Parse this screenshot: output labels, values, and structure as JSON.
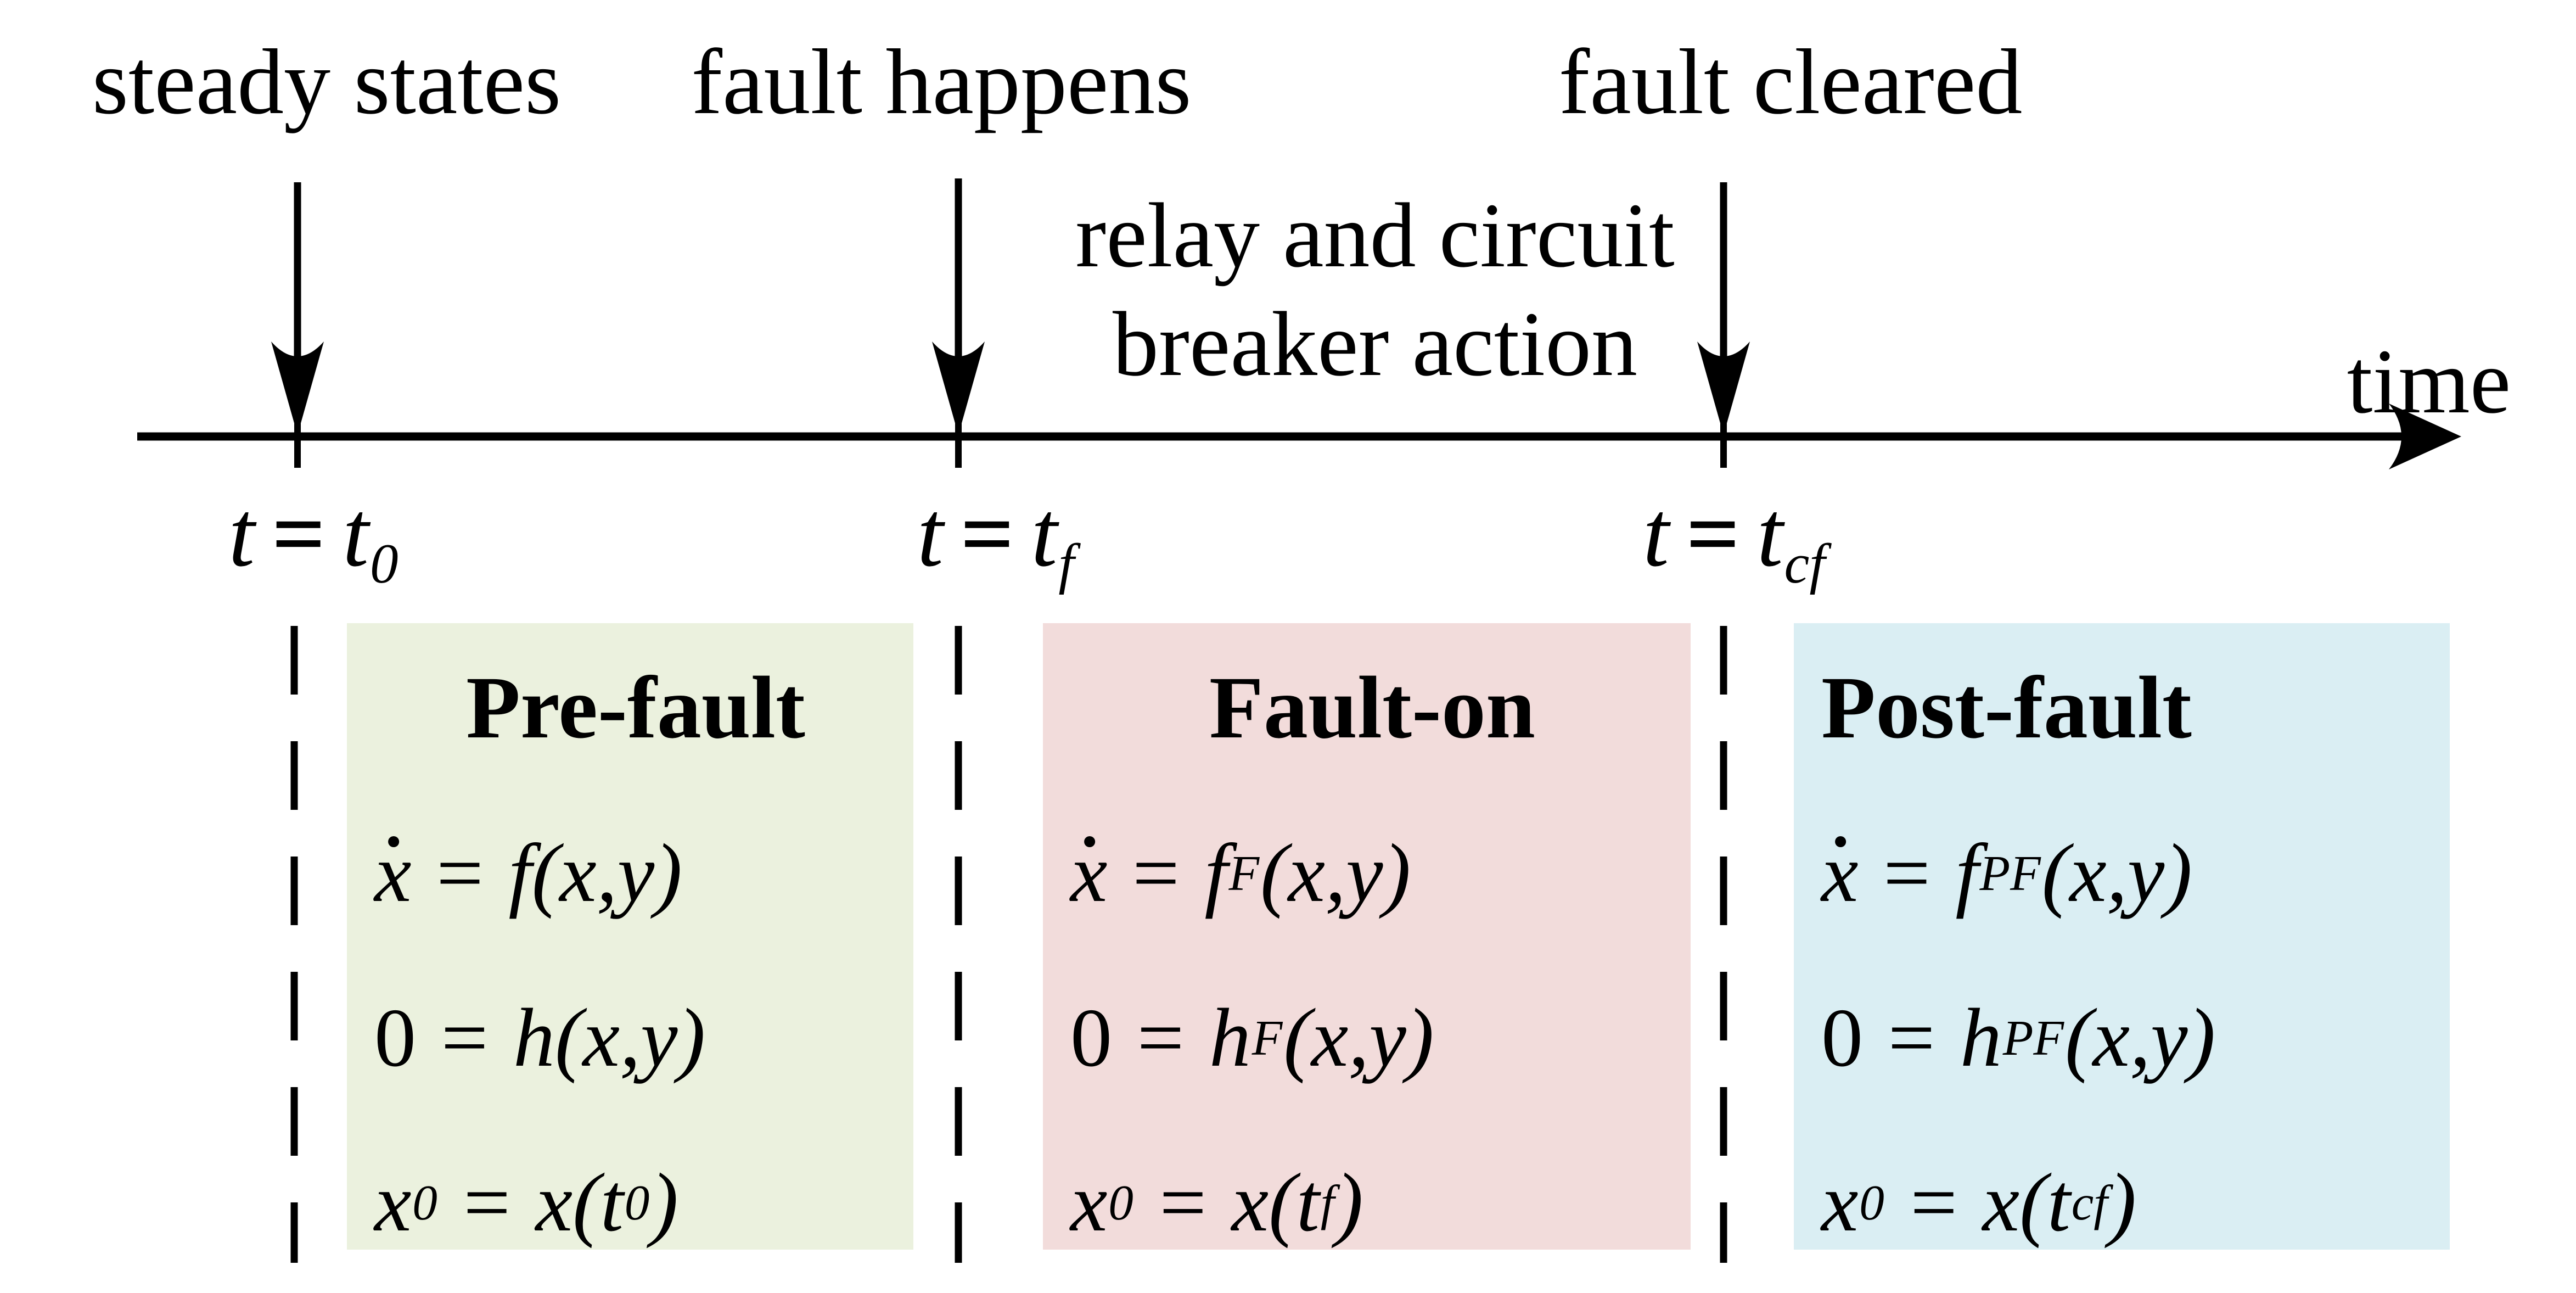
{
  "figure": {
    "axis_label": "time",
    "annotation_lines": [
      "relay and circuit",
      "breaker action"
    ],
    "colors": {
      "line": "#000000",
      "pre_fault_fill": "#EBF1DE",
      "fault_on_fill": "#F2DCDB",
      "post_fault_fill": "#DAEEF3"
    },
    "events": [
      {
        "label": "steady states",
        "time_tokens": [
          {
            "t": "t",
            "s": "i"
          },
          {
            "t": "=",
            "s": "eq"
          },
          {
            "t": "t",
            "s": "i"
          },
          {
            "t": "0",
            "s": "sub"
          }
        ]
      },
      {
        "label": "fault happens",
        "time_tokens": [
          {
            "t": "t",
            "s": "i"
          },
          {
            "t": "=",
            "s": "eq"
          },
          {
            "t": "t",
            "s": "i"
          },
          {
            "t": "f",
            "s": "sub"
          }
        ]
      },
      {
        "label": "fault cleared",
        "time_tokens": [
          {
            "t": "t",
            "s": "i"
          },
          {
            "t": "=",
            "s": "eq"
          },
          {
            "t": "t",
            "s": "i"
          },
          {
            "t": "cf",
            "s": "sub"
          }
        ]
      }
    ],
    "phases": [
      {
        "title": "Pre-fault",
        "fill": "#EBF1DE",
        "equations": [
          [
            {
              "t": "x",
              "s": "i",
              "dot": true
            },
            {
              "t": "=",
              "s": "eq"
            },
            {
              "t": "f",
              "s": "i"
            },
            {
              "t": "(x,y)",
              "s": "i"
            }
          ],
          [
            {
              "t": "0",
              "s": "n"
            },
            {
              "t": "=",
              "s": "eq"
            },
            {
              "t": "h",
              "s": "i"
            },
            {
              "t": "(x,y)",
              "s": "i"
            }
          ],
          [
            {
              "t": "x",
              "s": "i"
            },
            {
              "t": "0",
              "s": "sub"
            },
            {
              "t": "=",
              "s": "eq"
            },
            {
              "t": "x",
              "s": "i"
            },
            {
              "t": "(t",
              "s": "i"
            },
            {
              "t": "0",
              "s": "sub"
            },
            {
              "t": ")",
              "s": "i"
            }
          ]
        ]
      },
      {
        "title": "Fault-on",
        "fill": "#F2DCDB",
        "equations": [
          [
            {
              "t": "x",
              "s": "i",
              "dot": true
            },
            {
              "t": "=",
              "s": "eq"
            },
            {
              "t": "f",
              "s": "i"
            },
            {
              "t": "F",
              "s": "sub"
            },
            {
              "t": "(x,y)",
              "s": "i"
            }
          ],
          [
            {
              "t": "0",
              "s": "n"
            },
            {
              "t": "=",
              "s": "eq"
            },
            {
              "t": "h",
              "s": "i"
            },
            {
              "t": "F",
              "s": "sub"
            },
            {
              "t": "(x,y)",
              "s": "i"
            }
          ],
          [
            {
              "t": "x",
              "s": "i"
            },
            {
              "t": "0",
              "s": "sub"
            },
            {
              "t": "=",
              "s": "eq"
            },
            {
              "t": "x",
              "s": "i"
            },
            {
              "t": "(t",
              "s": "i"
            },
            {
              "t": "f",
              "s": "sub"
            },
            {
              "t": ")",
              "s": "i"
            }
          ]
        ]
      },
      {
        "title": "Post-fault",
        "fill": "#DAEEF3",
        "equations": [
          [
            {
              "t": "x",
              "s": "i",
              "dot": true
            },
            {
              "t": "=",
              "s": "eq"
            },
            {
              "t": "f",
              "s": "i"
            },
            {
              "t": "PF",
              "s": "sub"
            },
            {
              "t": "(x,y)",
              "s": "i"
            }
          ],
          [
            {
              "t": "0",
              "s": "n"
            },
            {
              "t": "=",
              "s": "eq"
            },
            {
              "t": "h",
              "s": "i"
            },
            {
              "t": "PF",
              "s": "sub"
            },
            {
              "t": "(x,y)",
              "s": "i"
            }
          ],
          [
            {
              "t": "x",
              "s": "i"
            },
            {
              "t": "0",
              "s": "sub"
            },
            {
              "t": "=",
              "s": "eq"
            },
            {
              "t": "x",
              "s": "i"
            },
            {
              "t": "(t",
              "s": "i"
            },
            {
              "t": "cf",
              "s": "sub"
            },
            {
              "t": ")",
              "s": "i"
            }
          ]
        ]
      }
    ]
  }
}
